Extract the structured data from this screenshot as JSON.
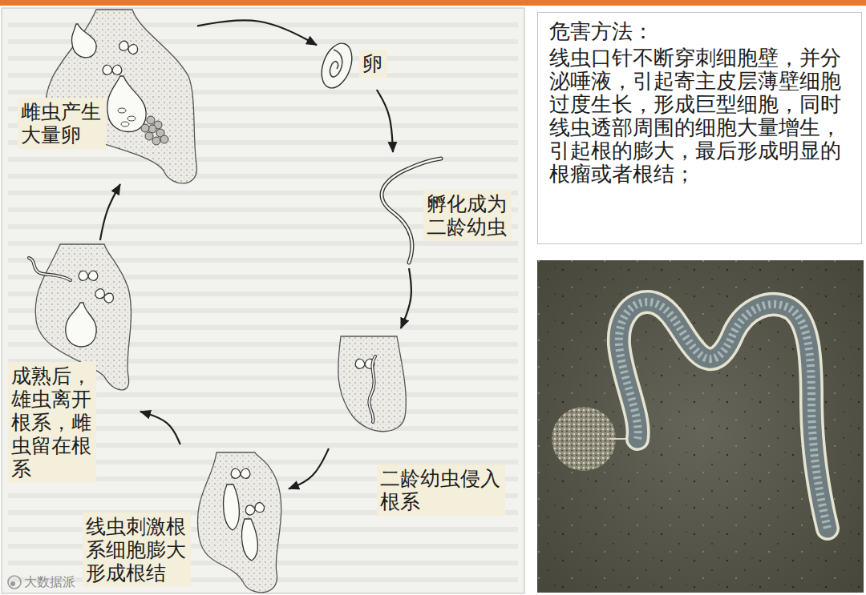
{
  "diagram": {
    "nodes": [
      {
        "text": [
          "雌虫产生大量卵"
        ]
      },
      {
        "text": [
          "卵"
        ]
      },
      {
        "text": [
          "孵化成为二龄幼虫"
        ]
      },
      {
        "text": [
          "二龄幼虫侵入根系"
        ]
      },
      {
        "text": [
          "线虫刺激根系细胞膨大形成根结"
        ]
      },
      {
        "text": [
          "成熟后，雄虫离开根系，雌虫留在根系"
        ]
      },
      {
        "text": [
          "危害方法：",
          "线虫口针不断穿刺细胞壁，并分泌唾液，引起寄主皮层薄壁细胞过度生长，形成巨型细胞，同时线虫透部周围的细胞大量增生，引起根的膨大，最后形成明显的根瘤或者根结；"
        ]
      }
    ],
    "edges": [
      {
        "from": 0,
        "to": 1,
        "arrow": "to"
      },
      {
        "from": 1,
        "to": 2,
        "arrow": "to"
      },
      {
        "from": 2,
        "to": 3,
        "arrow": "to"
      },
      {
        "from": 3,
        "to": 4,
        "arrow": "to"
      },
      {
        "from": 4,
        "to": 5,
        "arrow": "to"
      },
      {
        "from": 5,
        "to": 0,
        "arrow": "to"
      }
    ],
    "labels": [
      "大数据派"
    ]
  }
}
